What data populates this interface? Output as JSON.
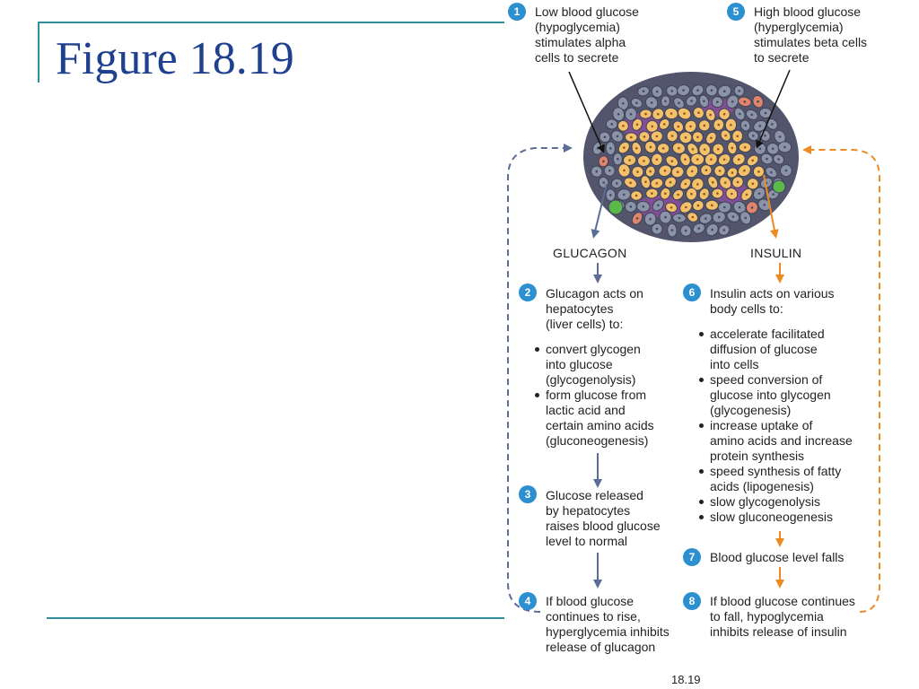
{
  "slide": {
    "title": "Figure 18.19",
    "page_number": "18.19"
  },
  "diagram": {
    "hormones": {
      "glucagon": "GLUCAGON",
      "insulin": "INSULIN"
    },
    "steps": [
      {
        "number": "1",
        "lines": [
          "Low blood glucose",
          "(hypoglycemia)",
          "stimulates alpha",
          "cells to secrete"
        ]
      },
      {
        "number": "2",
        "lines": [
          "Glucagon acts on",
          "hepatocytes",
          "(liver cells) to:"
        ]
      },
      {
        "number": "3",
        "lines": [
          "Glucose released",
          "by hepatocytes",
          "raises blood glucose",
          "level to normal"
        ]
      },
      {
        "number": "4",
        "lines": [
          "If blood glucose",
          "continues to rise,",
          "hyperglycemia inhibits",
          "release of glucagon"
        ]
      },
      {
        "number": "5",
        "lines": [
          "High blood glucose",
          "(hyperglycemia)",
          "stimulates beta cells",
          "to secrete"
        ]
      },
      {
        "number": "6",
        "lines": [
          "Insulin acts on various",
          "body cells to:"
        ]
      },
      {
        "number": "7",
        "lines": [
          "Blood glucose level falls"
        ]
      },
      {
        "number": "8",
        "lines": [
          "If blood glucose continues",
          "to fall, hypoglycemia",
          "inhibits release of insulin"
        ]
      }
    ],
    "glucagon_actions": [
      [
        "convert glycogen",
        "into glucose",
        "(glycogenolysis)"
      ],
      [
        "form glucose from",
        "lactic acid and",
        "certain amino acids",
        "(gluconeogenesis)"
      ]
    ],
    "insulin_actions": [
      [
        "accelerate facilitated",
        "diffusion of glucose",
        "into cells"
      ],
      [
        "speed conversion of",
        "glucose into glycogen",
        "(glycogenesis)"
      ],
      [
        "increase uptake of",
        "amino acids and increase",
        "protein synthesis"
      ],
      [
        "speed synthesis of fatty",
        "acids (lipogenesis)"
      ],
      [
        "slow glycogenolysis"
      ],
      [
        "slow gluconeogenesis"
      ]
    ],
    "colors": {
      "glucagon_arrow": "#5b6d95",
      "insulin_arrow": "#ee8a22",
      "badge": "#2c8fcf",
      "title": "#1f3f8f",
      "frame": "#2e8f99",
      "beta_cell": "#f4c06a",
      "alpha_cell": "#8a93a8",
      "delta_cell": "#e0846a",
      "purple_tissue": "#8b4d9c",
      "green_cell": "#5cb84a"
    }
  }
}
